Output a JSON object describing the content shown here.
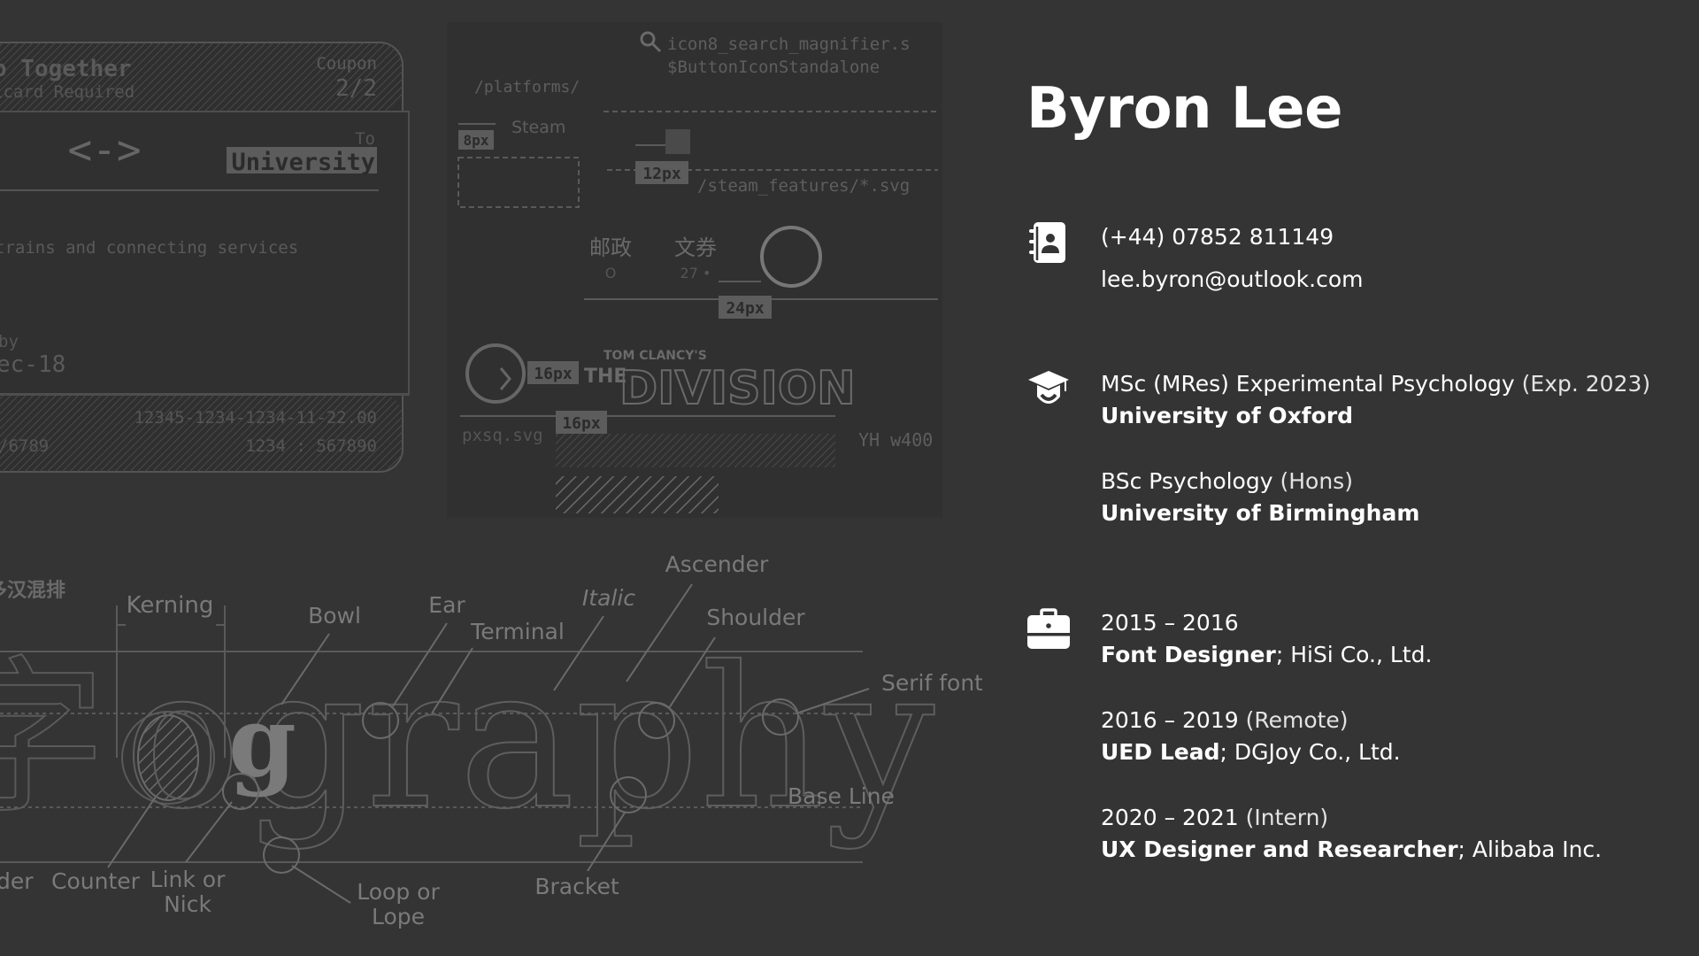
{
  "background": "#343434",
  "collage": {
    "ticket": {
      "title": "o Together",
      "subtitle": "icard Required",
      "coupon_label": "Coupon",
      "coupon_value": "2/2",
      "arrow": "<->",
      "to_label": "To",
      "to_value": "University",
      "desc": "trains and connecting services",
      "by_label": "by",
      "by_value": "ec-18",
      "code1": "12345-1234-1234-11-22.00",
      "code2": "/6789",
      "code3": "1234 : 567890"
    },
    "spec": {
      "search_file": "icon8_search_magnifier.s",
      "button_var": "$ButtonIconStandalone",
      "platforms": "/platforms/",
      "steam": "Steam",
      "px8": "8px",
      "px12": "12px",
      "steam_features": "/steam_features/*.svg",
      "cn1": "邮政",
      "cn1_sub": "O",
      "cn2": "文券",
      "cn2_sub": "27 •",
      "px24": "24px",
      "px16a": "16px",
      "px16b": "16px",
      "brand_top": "TOM CLANCY'S",
      "brand_the": "THE",
      "brand_main": "DIVISION",
      "pxsq": "pxsq.svg",
      "font_weight": "YH w400"
    },
    "typography": {
      "cn_label": "多汉混排",
      "word": "ography",
      "left_glyph": "字",
      "kerning": "Kerning",
      "bowl": "Bowl",
      "ear": "Ear",
      "terminal": "Terminal",
      "italic": "Italic",
      "ascender": "Ascender",
      "shoulder": "Shoulder",
      "serif_font": "Serif font",
      "base_line": "Base Line",
      "der": "der",
      "counter": "Counter",
      "link1": "Link or",
      "link2": "Nick",
      "loop1": "Loop or",
      "loop2": "Lope",
      "bracket": "Bracket"
    }
  },
  "resume": {
    "name": "Byron Lee",
    "contact": {
      "icon": "contact-book-icon",
      "phone": "(+44) 07852 811149",
      "email": "lee.byron@outlook.com"
    },
    "education": {
      "icon": "graduation-cap-icon",
      "items": [
        {
          "degree": "MSc (MRes) Experimental Psychology",
          "note": "(Exp. 2023)",
          "school": "University of Oxford"
        },
        {
          "degree": "BSc Psychology",
          "note": "(Hons)",
          "school": "University of Birmingham"
        }
      ]
    },
    "experience": {
      "icon": "briefcase-icon",
      "items": [
        {
          "years": "2015 – 2016",
          "note": "",
          "role": "Font Designer",
          "company": "; HiSi Co., Ltd."
        },
        {
          "years": "2016 – 2019",
          "note": "(Remote)",
          "role": "UED Lead",
          "company": "; DGJoy Co., Ltd."
        },
        {
          "years": "2020 – 2021",
          "note": "(Intern)",
          "role": "UX Designer and Researcher",
          "company": "; Alibaba Inc."
        }
      ]
    }
  }
}
